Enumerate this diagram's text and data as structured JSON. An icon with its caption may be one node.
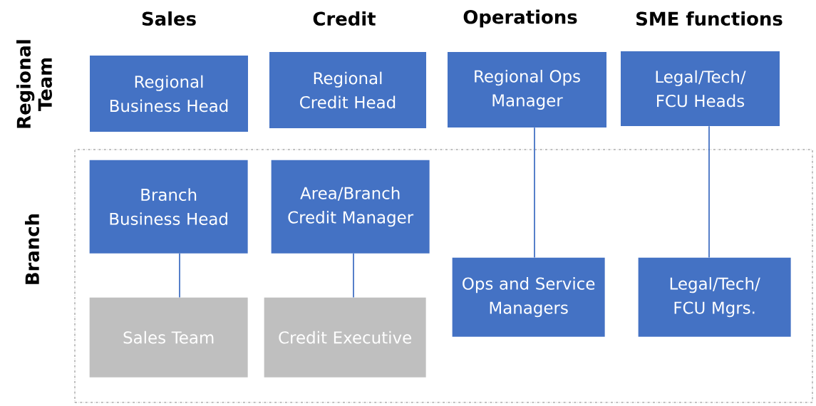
{
  "diagram": {
    "nodes": [
      {
        "text": [
          "Regional Business Head"
        ]
      },
      {
        "text": [
          "Regional Credit Head"
        ]
      },
      {
        "text": [
          "Regional Ops Manager"
        ]
      },
      {
        "text": [
          "Legal/Tech/ FCU Heads"
        ]
      },
      {
        "text": [
          "Branch"
        ]
      },
      {
        "text": [
          "Branch Business Head"
        ],
        "in": 4
      },
      {
        "text": [
          "Area/Branch Credit Manager"
        ],
        "in": 4
      },
      {
        "text": [
          "Sales Team"
        ],
        "in": 4
      },
      {
        "text": [
          "Credit Executive"
        ],
        "in": 4
      },
      {
        "text": [
          "Ops and Service Managers"
        ],
        "in": 4
      },
      {
        "text": [
          "Legal/Tech/ FCU Mgrs."
        ],
        "in": 4
      }
    ],
    "edges": [
      {
        "from": 5,
        "to": 7,
        "arrow": "none"
      },
      {
        "from": 6,
        "to": 8,
        "arrow": "none"
      },
      {
        "from": 2,
        "to": 9,
        "arrow": "none"
      },
      {
        "from": 3,
        "to": 10,
        "arrow": "none"
      }
    ],
    "labels": [
      "Sales",
      "Credit",
      "Operations",
      "SME functions",
      "Regional Team"
    ]
  }
}
